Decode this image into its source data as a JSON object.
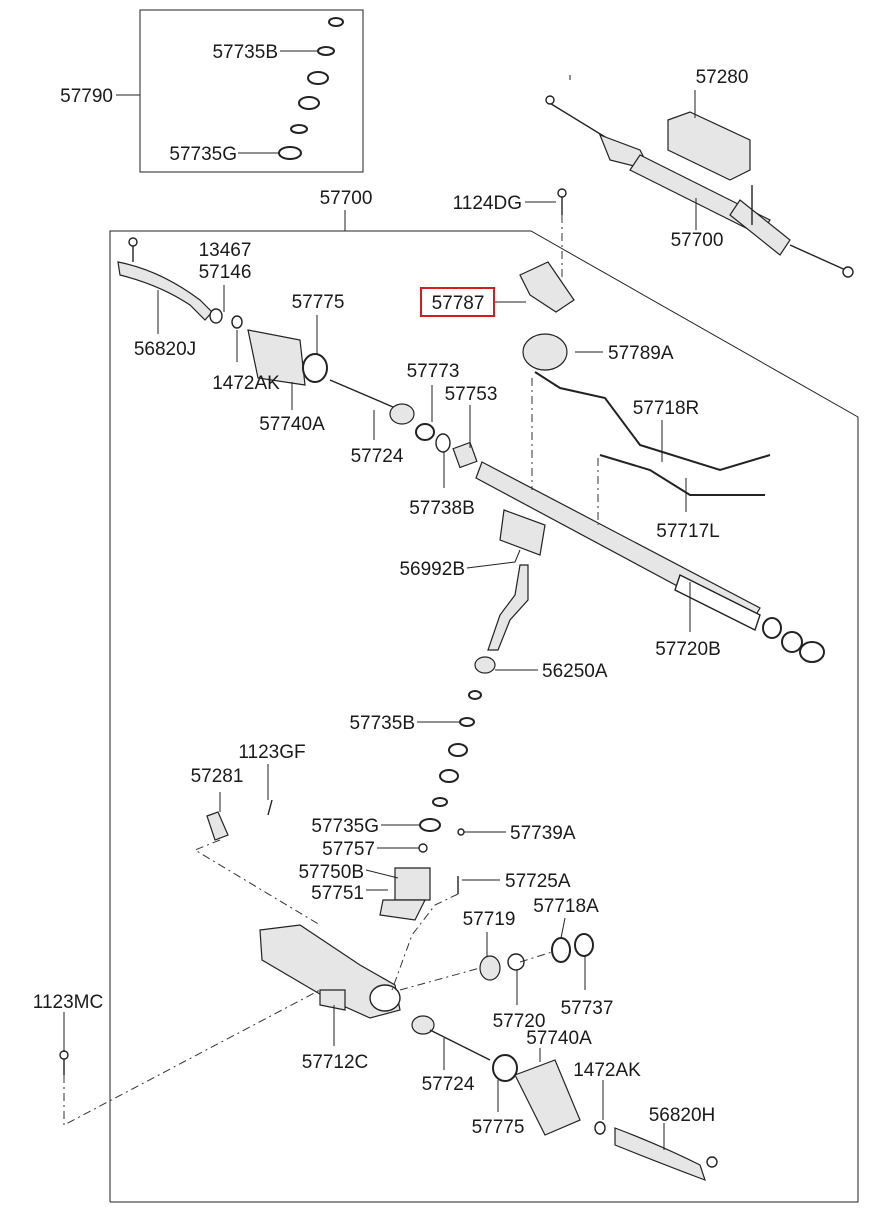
{
  "parts": {
    "p57790": "57790",
    "p57735B_top": "57735B",
    "p57735G_top": "57735G",
    "p57280": "57280",
    "p57700_top": "57700",
    "p57700_frame": "57700",
    "p1124DG": "1124DG",
    "p13467": "13467",
    "p57146": "57146",
    "p57775_top": "57775",
    "p57787": "57787",
    "p56820J": "56820J",
    "p57789A": "57789A",
    "p1472AK_top": "1472AK",
    "p57740A_top": "57740A",
    "p57773": "57773",
    "p57753": "57753",
    "p57718R": "57718R",
    "p57724_top": "57724",
    "p57738B": "57738B",
    "p57717L": "57717L",
    "p56992B": "56992B",
    "p57720B": "57720B",
    "p56250A": "56250A",
    "p57735B_mid": "57735B",
    "p1123GF": "1123GF",
    "p57281": "57281",
    "p57735G_mid": "57735G",
    "p57739A": "57739A",
    "p57757": "57757",
    "p57750B": "57750B",
    "p57725A": "57725A",
    "p57751": "57751",
    "p57718A": "57718A",
    "p57719": "57719",
    "p1123MC": "1123MC",
    "p57737": "57737",
    "p57720": "57720",
    "p57740A_bot": "57740A",
    "p57712C": "57712C",
    "p1472AK_bot": "1472AK",
    "p57724_bot": "57724",
    "p56820H": "56820H",
    "p57775_bot": "57775"
  },
  "highlight": {
    "part": "57787",
    "color": "#d61c1c"
  }
}
